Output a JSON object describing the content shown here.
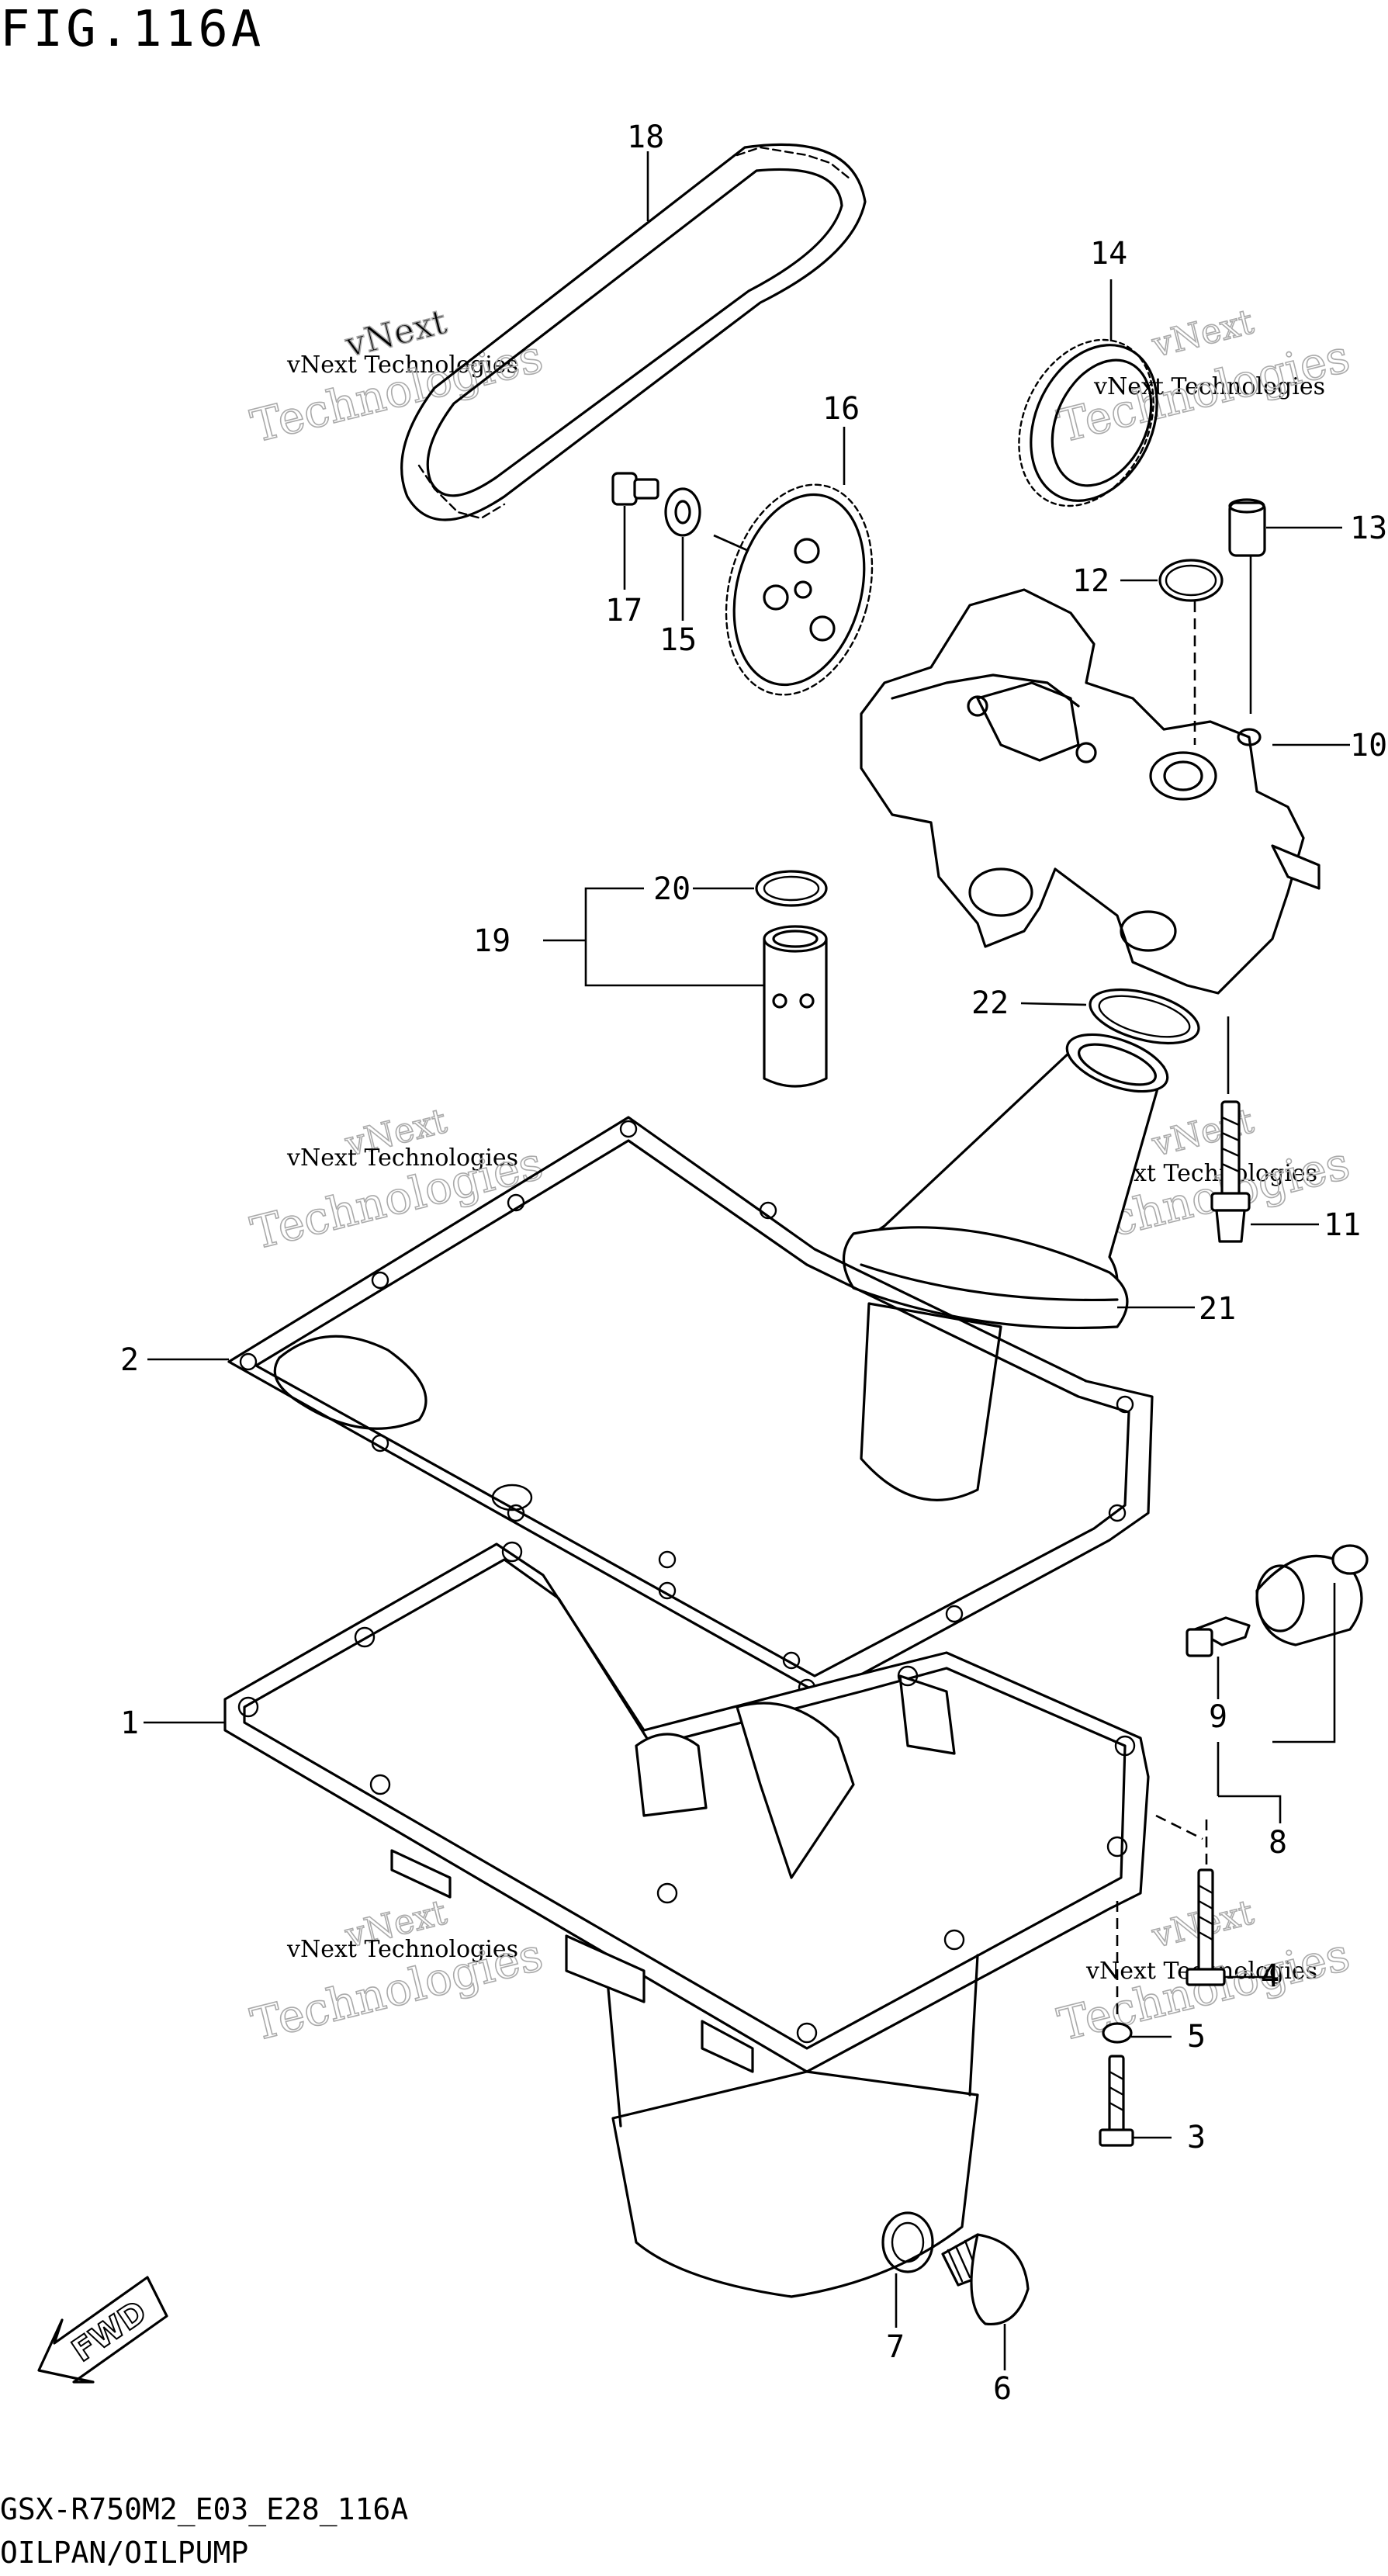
{
  "figure_title": "FIG.116A",
  "footer": {
    "model_code": "GSX-R750M2_E03_E28_116A",
    "diagram_title": "OILPAN/OILPUMP"
  },
  "watermarks": [
    {
      "logo_text": "vNext",
      "line1": "vNext Technologies",
      "line2": "Technologies"
    },
    {
      "logo_text": "vNext",
      "line1": "vNext Technologies",
      "line2": "Technologies"
    },
    {
      "logo_text": "vNext",
      "line1": "vNext Technologies",
      "line2": "Technologies"
    },
    {
      "logo_text": "vNext",
      "line1": "vNext Technologies",
      "line2": "Technologies"
    },
    {
      "logo_text": "vNext",
      "line1": "vNext Technologies",
      "line2": "Technologies"
    },
    {
      "logo_text": "vNext",
      "line1": "vNext Technologies",
      "line2": "Technologies"
    }
  ],
  "fwd_arrow": {
    "label": "FWD"
  },
  "callouts": [
    {
      "num": "1"
    },
    {
      "num": "2"
    },
    {
      "num": "3"
    },
    {
      "num": "4"
    },
    {
      "num": "5"
    },
    {
      "num": "6"
    },
    {
      "num": "7"
    },
    {
      "num": "8"
    },
    {
      "num": "9"
    },
    {
      "num": "10"
    },
    {
      "num": "11"
    },
    {
      "num": "12"
    },
    {
      "num": "13"
    },
    {
      "num": "14"
    },
    {
      "num": "15"
    },
    {
      "num": "16"
    },
    {
      "num": "17"
    },
    {
      "num": "18"
    },
    {
      "num": "19"
    },
    {
      "num": "20"
    },
    {
      "num": "21"
    },
    {
      "num": "22"
    }
  ]
}
